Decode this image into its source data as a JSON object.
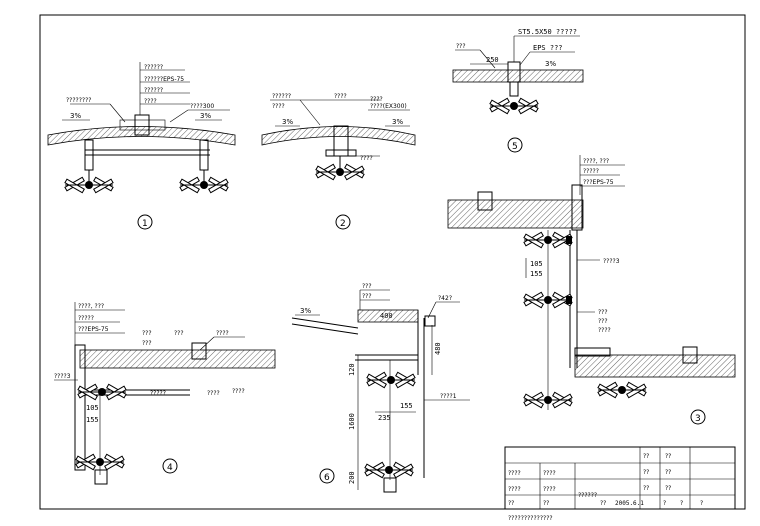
{
  "detail_labels": [
    "1",
    "2",
    "3",
    "4",
    "5",
    "6"
  ],
  "d1": {
    "notes": [
      "??????",
      "??????EPS-75",
      "??????",
      "????"
    ],
    "left_tag": "????????",
    "right_tag": "????300",
    "slope_left": "3%",
    "slope_right": "3%"
  },
  "d2": {
    "notes": [
      "??????",
      "????",
      "????",
      "????(EX300)",
      "????"
    ],
    "slope_left": "3%",
    "slope_right": "3%"
  },
  "d5": {
    "top": "ST5.5X50 ?????",
    "eps": "EPS ???",
    "left": "???",
    "dim": "250",
    "slope": "3%"
  },
  "d3": {
    "notes": [
      "????, ???",
      "?????",
      "???EPS-75"
    ],
    "dims": [
      "105",
      "155"
    ],
    "tags": [
      "????3",
      "???",
      "???",
      "????"
    ]
  },
  "d4": {
    "notes": [
      "????, ???",
      "?????",
      "???EPS-75"
    ],
    "tags": [
      "????3",
      "???",
      "???",
      "???",
      "????",
      "?????",
      "????",
      "????"
    ],
    "dims": [
      "105",
      "155"
    ]
  },
  "d6": {
    "slope": "3%",
    "notes": [
      "???",
      "???"
    ],
    "dims": [
      "400",
      "480",
      "120",
      "235",
      "155",
      "1600",
      "200"
    ],
    "tags": [
      "?42?",
      "????1"
    ]
  },
  "title_block": {
    "row1": [
      "????",
      "????",
      "??",
      "??"
    ],
    "row2": [
      "??",
      "??"
    ],
    "row3": [
      "????",
      "????",
      "??????",
      "??",
      "??"
    ],
    "row4": [
      "??",
      "??",
      "??",
      "2005.6.1",
      "?",
      "?",
      "?"
    ],
    "caption": "??????????????",
    "sign1": "??",
    "sign2": "??",
    "sign3": "??"
  }
}
